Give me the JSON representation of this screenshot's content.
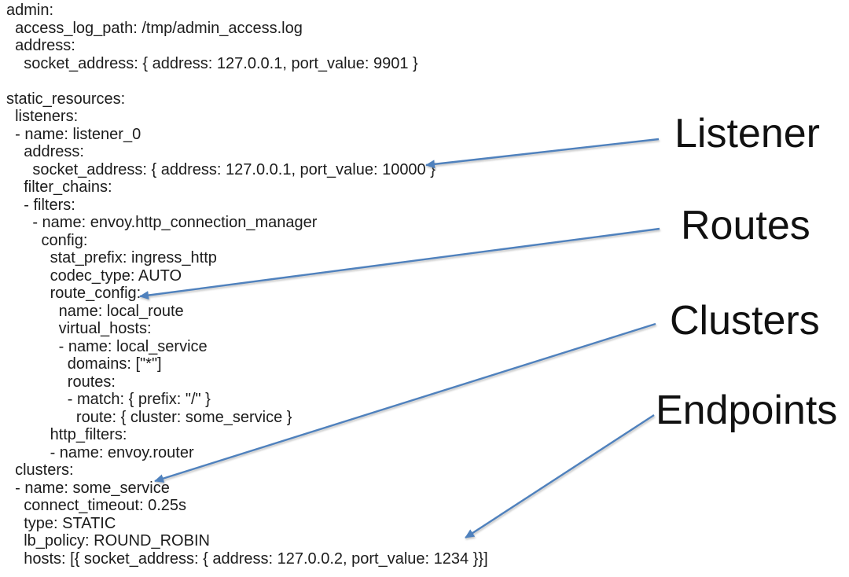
{
  "config": {
    "language": "yaml",
    "yaml_text": "admin:\n  access_log_path: /tmp/admin_access.log\n  address:\n    socket_address: { address: 127.0.0.1, port_value: 9901 }\n\nstatic_resources:\n  listeners:\n  - name: listener_0\n    address:\n      socket_address: { address: 127.0.0.1, port_value: 10000 }\n    filter_chains:\n    - filters:\n      - name: envoy.http_connection_manager\n        config:\n          stat_prefix: ingress_http\n          codec_type: AUTO\n          route_config:\n            name: local_route\n            virtual_hosts:\n            - name: local_service\n              domains: [\"*\"]\n              routes:\n              - match: { prefix: \"/\" }\n                route: { cluster: some_service }\n          http_filters:\n          - name: envoy.router\n  clusters:\n  - name: some_service\n    connect_timeout: 0.25s\n    type: STATIC\n    lb_policy: ROUND_ROBIN\n    hosts: [{ socket_address: { address: 127.0.0.2, port_value: 1234 }}]"
  },
  "labels": {
    "listener": "Listener",
    "routes": "Routes",
    "clusters": "Clusters",
    "endpoints": "Endpoints"
  },
  "annotations_meaning": [
    {
      "label": "Listener",
      "points_to": "socket_address: { address: 127.0.0.1, port_value: 10000 }"
    },
    {
      "label": "Routes",
      "points_to": "route_config:"
    },
    {
      "label": "Clusters",
      "points_to": "- name: some_service"
    },
    {
      "label": "Endpoints",
      "points_to": "hosts: [{ socket_address: { address: 127.0.0.2, port_value: 1234 }}]"
    }
  ],
  "colors": {
    "background": "#ffffff",
    "code_text": "#1c1c1c",
    "label_text": "#111111",
    "arrow_line": "#4f81bd"
  }
}
